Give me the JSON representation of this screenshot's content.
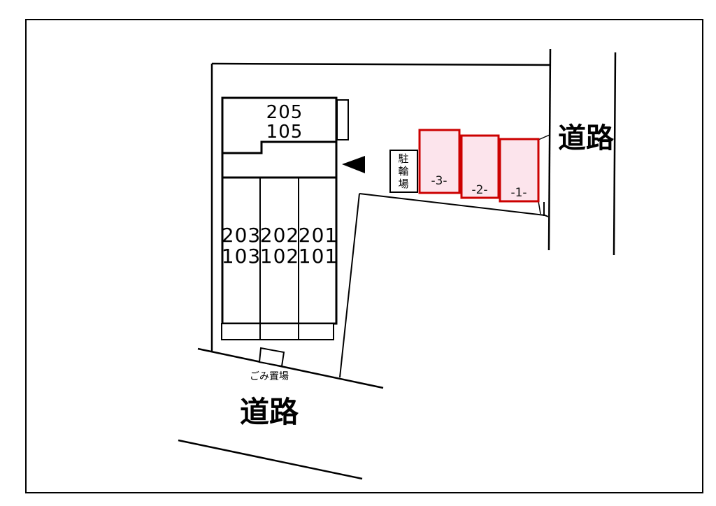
{
  "plan": {
    "background": "#ffffff",
    "line_color": "#000000",
    "building": {
      "upper_unit": {
        "line1": "205",
        "line2": "105"
      },
      "lower_units": [
        {
          "line1": "203",
          "line2": "103"
        },
        {
          "line1": "202",
          "line2": "102"
        },
        {
          "line1": "201",
          "line2": "101"
        }
      ]
    },
    "parking": {
      "fill_color": "#fce4ec",
      "border_color": "#cc0000",
      "spaces": [
        {
          "label": "-3-"
        },
        {
          "label": "-2-"
        },
        {
          "label": "-1-"
        }
      ]
    },
    "bicycle_parking": {
      "label": "駐輪場",
      "chars": [
        "駐",
        "輪",
        "場"
      ]
    },
    "garbage_area": {
      "label": "ごみ置場"
    },
    "roads": {
      "right_label": "道路",
      "bottom_label": "道路"
    }
  }
}
